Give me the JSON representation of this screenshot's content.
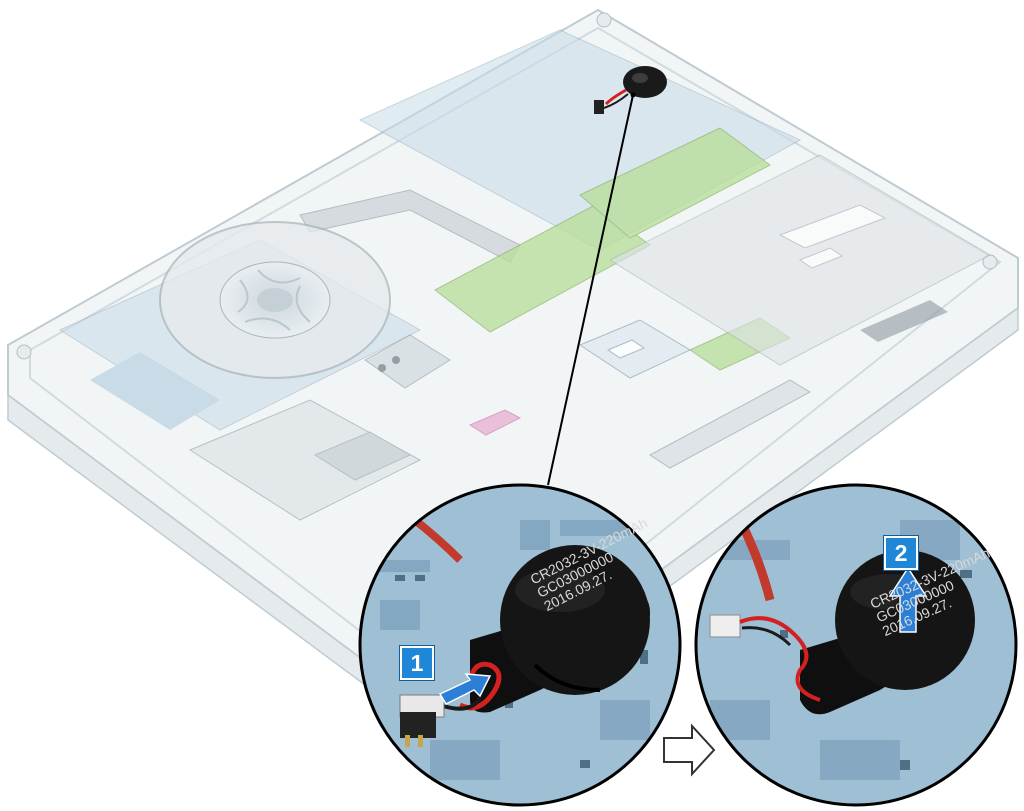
{
  "diagram": {
    "steps": [
      {
        "number": "1",
        "action": "disconnect-cable"
      },
      {
        "number": "2",
        "action": "lift-battery"
      }
    ],
    "battery_label": {
      "line1": "CR2032-3V-220mAh",
      "line2": "GC03000000",
      "line3": "2016.09.27."
    },
    "colors": {
      "badge": "#1e87d8",
      "arrow": "#2b7fd6",
      "cable": "#d32020",
      "battery": "#151515",
      "board": "#9fc0d6",
      "memory_module": "#9ed27a",
      "chassis_outline": "#b8c6cf"
    },
    "icons": [
      "coin-cell-battery-icon",
      "step-arrow-icon",
      "callout-leader-icon"
    ]
  }
}
